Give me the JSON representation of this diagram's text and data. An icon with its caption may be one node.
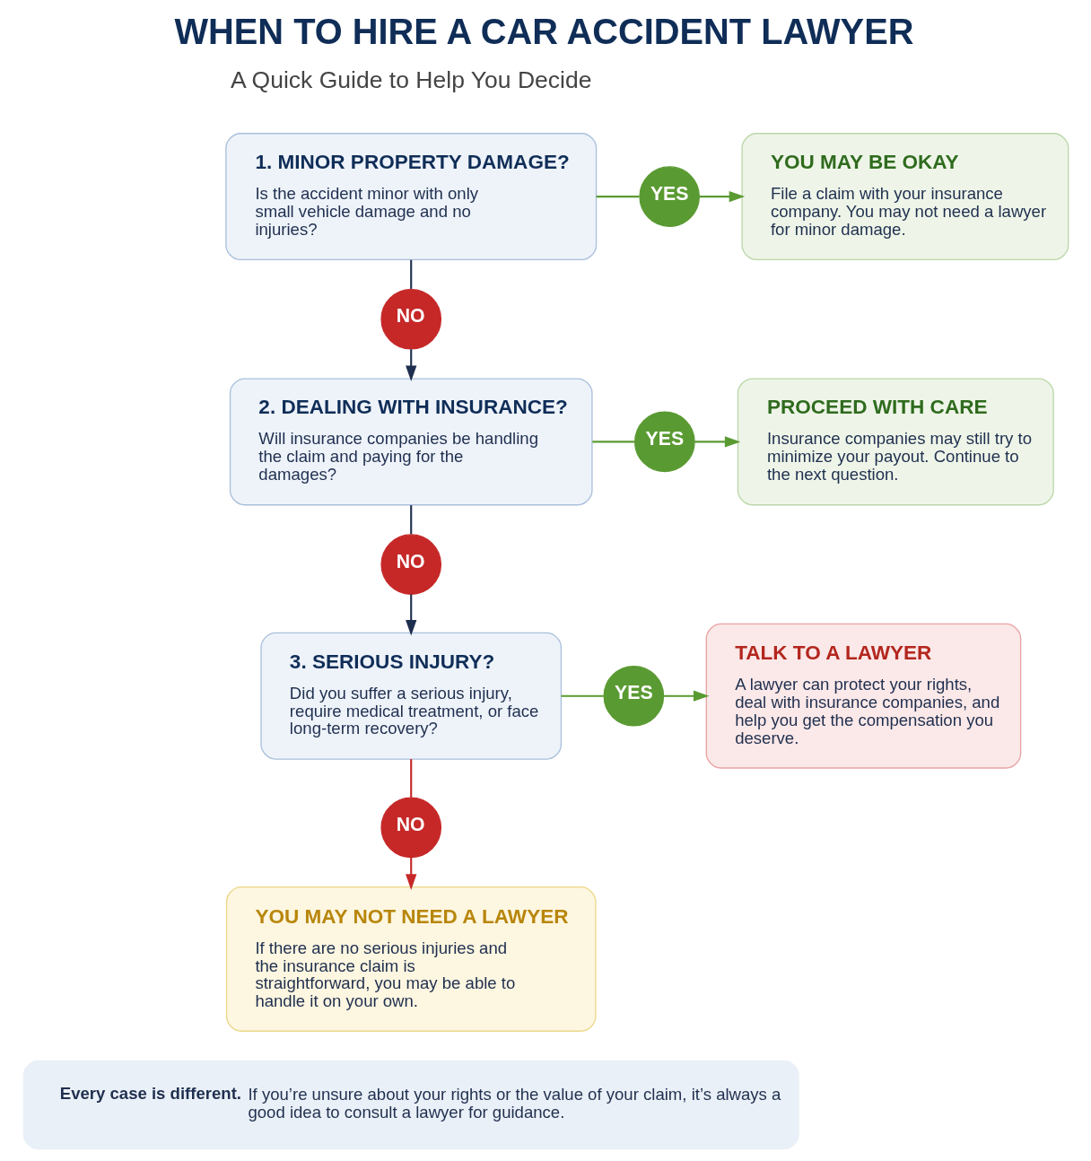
{
  "diagram": {
    "title": "WHEN TO HIRE A CAR ACCIDENT LAWYER",
    "nodes": [
      {
        "text": [
          "1. MINOR PROPERTY DAMAGE?",
          "Is the accident minor with only small vehicle damage and no injuries?"
        ]
      },
      {
        "text": [
          "YES"
        ]
      },
      {
        "text": [
          "YOU MAY BE OKAY",
          "File a claim with your insurance company. You may not need a lawyer for minor damage."
        ]
      },
      {
        "text": [
          "NO"
        ]
      },
      {
        "text": [
          "2. DEALING WITH INSURANCE?",
          "Will insurance companies be handling the claim and paying for the damages?"
        ]
      },
      {
        "text": [
          "YES"
        ]
      },
      {
        "text": [
          "PROCEED WITH CARE",
          "Insurance companies may still try to minimize your payout. Continue to the next question."
        ]
      },
      {
        "text": [
          "NO"
        ]
      },
      {
        "text": [
          "3. SERIOUS INJURY?",
          "Did you suffer a serious injury, require medical treatment, or face long-term recovery?"
        ]
      },
      {
        "text": [
          "YES"
        ]
      },
      {
        "text": [
          "TALK TO A LAWYER",
          "A lawyer can protect your rights, deal with insurance companies, and help you get the compensation you deserve."
        ]
      },
      {
        "text": [
          "NO"
        ]
      },
      {
        "text": [
          "YOU MAY NOT NEED A LAWYER",
          "If there are no serious injuries and the insurance claim is straightforward, you may be able to handle it on your own."
        ]
      },
      {
        "text": [
          "Every case is different.",
          "If you’re unsure about your rights or the value of your claim, it’s always a good idea to consult a lawyer for guidance."
        ]
      }
    ],
    "edges": [
      {
        "from": 0,
        "to": 1,
        "arrow": "none",
        "color": "#5a9a32"
      },
      {
        "from": 1,
        "to": 2,
        "arrow": "to",
        "color": "#5a9a32"
      },
      {
        "from": 0,
        "to": 3,
        "arrow": "none",
        "color": "#1f2f4f"
      },
      {
        "from": 3,
        "to": 4,
        "arrow": "to",
        "color": "#1f2f4f"
      },
      {
        "from": 4,
        "to": 5,
        "arrow": "none",
        "color": "#5a9a32"
      },
      {
        "from": 5,
        "to": 6,
        "arrow": "to",
        "color": "#5a9a32"
      },
      {
        "from": 4,
        "to": 7,
        "arrow": "none",
        "color": "#1f2f4f"
      },
      {
        "from": 7,
        "to": 8,
        "arrow": "to",
        "color": "#1f2f4f"
      },
      {
        "from": 8,
        "to": 9,
        "arrow": "none",
        "color": "#5a9a32"
      },
      {
        "from": 9,
        "to": 10,
        "arrow": "to",
        "color": "#5a9a32"
      },
      {
        "from": 8,
        "to": 11,
        "arrow": "none",
        "color": "#c62828"
      },
      {
        "from": 11,
        "to": 12,
        "arrow": "to",
        "color": "#c62828"
      }
    ],
    "labels": [
      "A Quick Guide to Help You Decide"
    ]
  }
}
